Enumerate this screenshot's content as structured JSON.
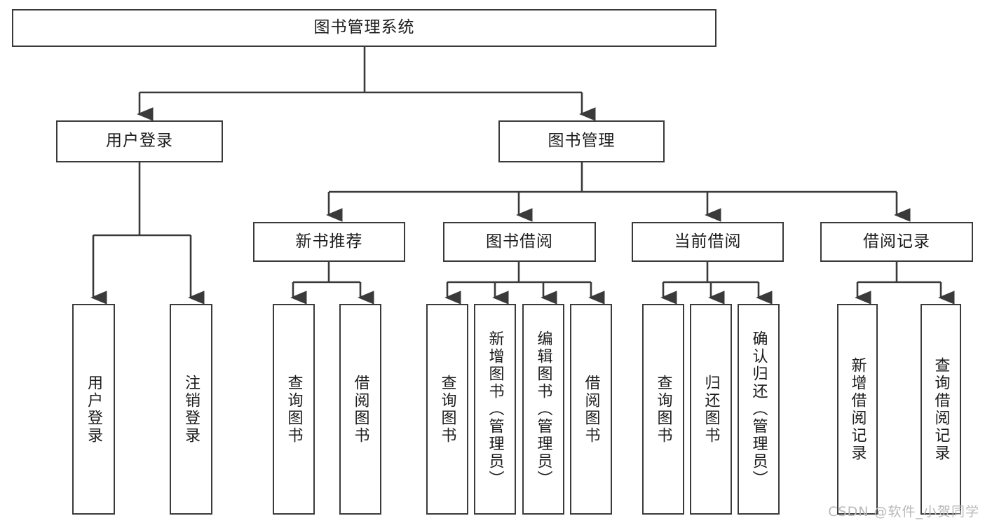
{
  "diagram": {
    "title": "图书管理系统",
    "type": "tree-hierarchy",
    "root": {
      "label": "图书管理系统"
    },
    "level2": [
      {
        "label": "用户登录"
      },
      {
        "label": "图书管理"
      }
    ],
    "level3": [
      {
        "label": "新书推荐"
      },
      {
        "label": "图书借阅"
      },
      {
        "label": "当前借阅"
      },
      {
        "label": "借阅记录"
      }
    ],
    "leaves": {
      "user_login": [
        {
          "label": "用户登录"
        },
        {
          "label": "注销登录"
        }
      ],
      "new_book_recommend": [
        {
          "label": "查询图书"
        },
        {
          "label": "借阅图书"
        }
      ],
      "book_borrow": [
        {
          "label": "查询图书"
        },
        {
          "label": "新增图书（管理员）"
        },
        {
          "label": "编辑图书（管理员）"
        },
        {
          "label": "借阅图书"
        }
      ],
      "current_borrow": [
        {
          "label": "查询图书"
        },
        {
          "label": "归还图书"
        },
        {
          "label": "确认归还（管理员）"
        }
      ],
      "borrow_record": [
        {
          "label": "新增借阅记录"
        },
        {
          "label": "查询借阅记录"
        }
      ]
    }
  },
  "watermark": {
    "text": "CSDN @软件_小贺同学"
  },
  "colors": {
    "box_border": "#3a3a3a",
    "box_fill": "#ffffff",
    "text": "#1c1c1c",
    "connector": "#3a3a3a",
    "watermark": "#b9b9b9"
  }
}
